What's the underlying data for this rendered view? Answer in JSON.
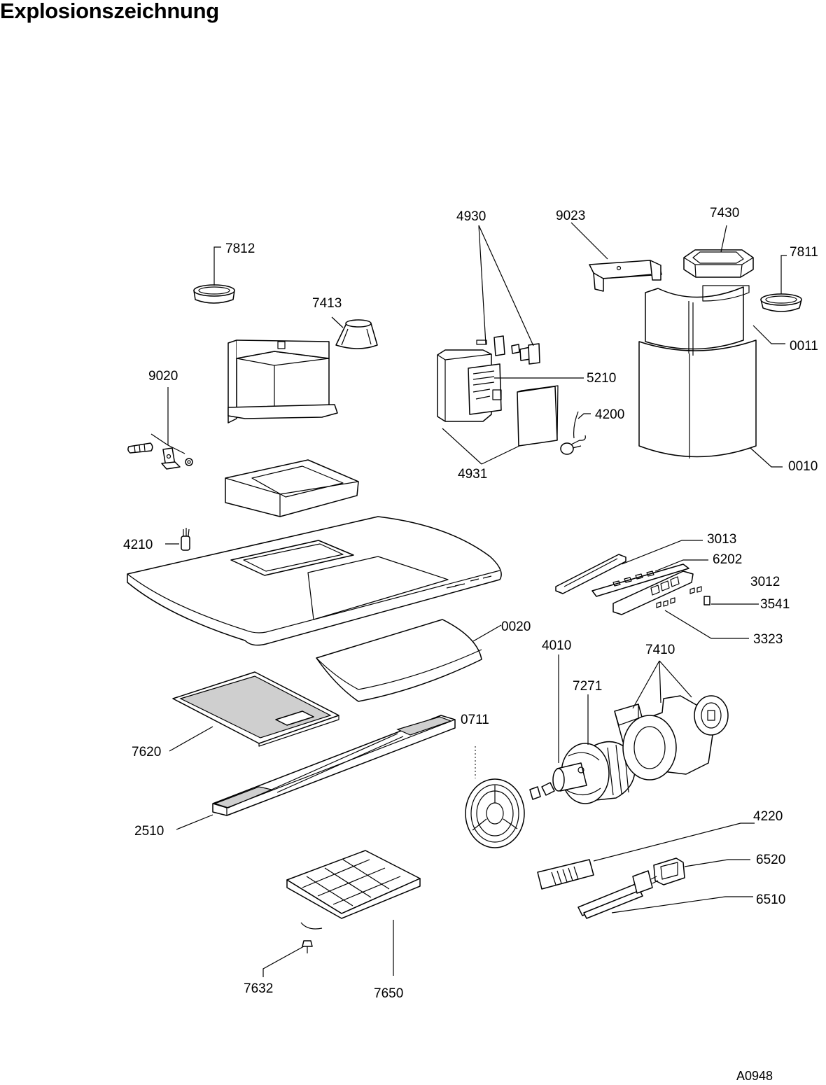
{
  "title": "Explosionszeichnung",
  "document_code": "A0948",
  "part_labels": {
    "p4930": "4930",
    "p9023": "9023",
    "p7430": "7430",
    "p7812": "7812",
    "p7811": "7811",
    "p7413": "7413",
    "p0011": "0011",
    "p9020": "9020",
    "p5210": "5210",
    "p4200": "4200",
    "p0010": "0010",
    "p4931": "4931",
    "p4210": "4210",
    "p3013": "3013",
    "p6202": "6202",
    "p3012": "3012",
    "p3541": "3541",
    "p3323": "3323",
    "p0020": "0020",
    "p4010": "4010",
    "p7410": "7410",
    "p7271": "7271",
    "p0711": "0711",
    "p7620": "7620",
    "p2510": "2510",
    "p4220": "4220",
    "p6520": "6520",
    "p6510": "6510",
    "p7632": "7632",
    "p7650": "7650"
  }
}
